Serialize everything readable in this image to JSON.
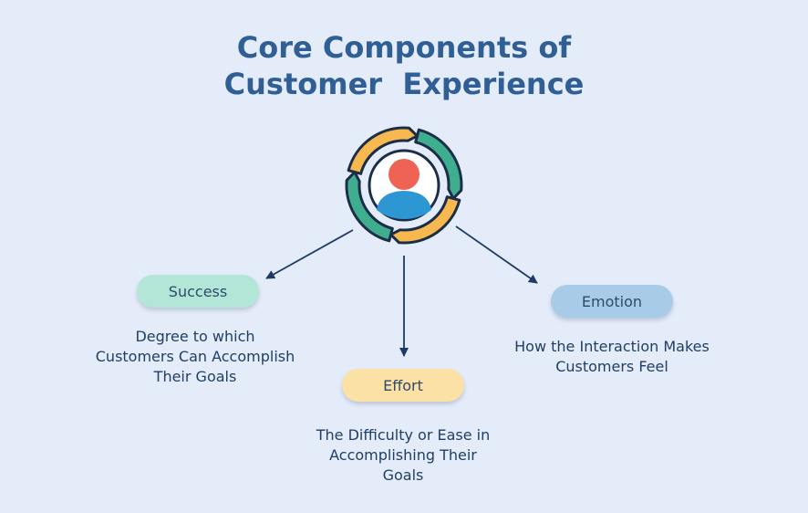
{
  "title": {
    "line1": "Core Components of",
    "line2": "Customer  Experience"
  },
  "center": {
    "icon": "user-cycle-icon"
  },
  "components": [
    {
      "label": "Success",
      "color": "#b3e6d6",
      "desc": [
        "Degree to which",
        "Customers Can Accomplish",
        "Their Goals"
      ]
    },
    {
      "label": "Effort",
      "color": "#fbe1a6",
      "desc": [
        "The Difficulty or Ease in",
        "Accomplishing Their",
        "Goals"
      ]
    },
    {
      "label": "Emotion",
      "color": "#a8cce8",
      "desc": [
        "How the Interaction Makes",
        "Customers Feel"
      ]
    }
  ],
  "colors": {
    "background": "#e4ebf9",
    "title": "#2f5f94",
    "ring_teal": "#3fae8f",
    "ring_amber": "#f6b84f",
    "ring_outline": "#1c2d48",
    "head": "#ef6354",
    "body": "#2d97d3",
    "arrow": "#1e3a66"
  }
}
